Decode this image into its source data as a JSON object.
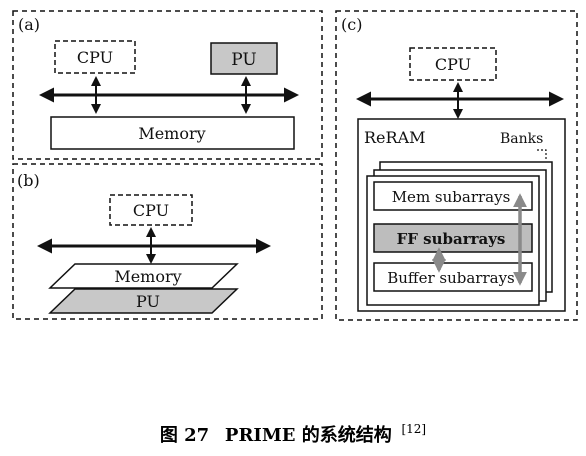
{
  "panels": {
    "a": {
      "label": "(a)",
      "cpu": "CPU",
      "pu": "PU",
      "memory": "Memory"
    },
    "b": {
      "label": "(b)",
      "cpu": "CPU",
      "memory": "Memory",
      "pu": "PU"
    },
    "c": {
      "label": "(c)",
      "cpu": "CPU",
      "reram": "ReRAM",
      "banks": "Banks",
      "mem_subarrays": "Mem subarrays",
      "ff_subarrays": "FF subarrays",
      "buffer_subarrays": "Buffer subarrays"
    }
  },
  "caption": {
    "prefix": "图 27",
    "text": "PRIME 的系统结构",
    "ref": "[12]"
  },
  "colors": {
    "pu_fill": "#c8c8c8",
    "ff_fill": "#bdbdbd",
    "arrow_gray": "#8a8a8a",
    "line": "#111111"
  }
}
